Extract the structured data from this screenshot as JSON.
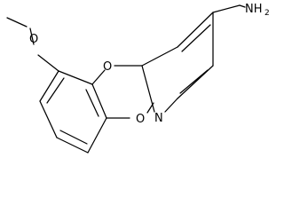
{
  "molecule": {
    "atoms": {
      "amine_n": "NH",
      "amine_h_count": "2",
      "ether_o": "O",
      "pyridine_n": "N",
      "methoxy_o_top": "O",
      "methoxy_o_bottom": "O"
    }
  },
  "colors": {
    "bond": "#000000",
    "label": "#000000",
    "background": "#ffffff"
  }
}
